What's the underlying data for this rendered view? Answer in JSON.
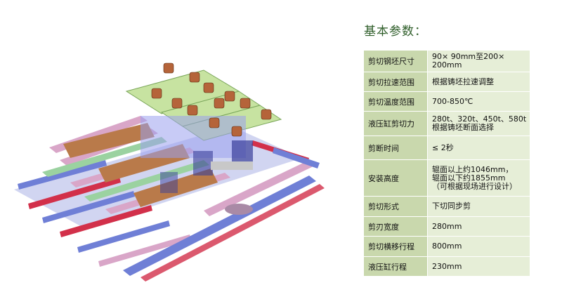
{
  "params": {
    "title": "基本参数：",
    "rows": [
      {
        "key": "剪切钢坯尺寸",
        "lines": [
          "90× 90mm至200× 200mm"
        ]
      },
      {
        "key": "剪切拉速范围",
        "lines": [
          "根据铸坯拉速调整"
        ]
      },
      {
        "key": "剪切温度范围",
        "lines": [
          "700-850℃"
        ]
      },
      {
        "key": "液压缸剪切力",
        "lines": [
          "280t、320t、450t、580t",
          "根据铸坯断面选择"
        ]
      },
      {
        "key": "剪断时间",
        "lines": [
          "≤ 2秒"
        ]
      },
      {
        "key": "安装高度",
        "lines": [
          "辊面以上约1046mm，",
          "辊面以下约1855mm",
          "（可根据现场进行设计）"
        ]
      },
      {
        "key": "剪切形式",
        "lines": [
          "下切同步剪"
        ]
      },
      {
        "key": "剪刃宽度",
        "lines": [
          "280mm"
        ]
      },
      {
        "key": "剪切横移行程",
        "lines": [
          "800mm"
        ]
      },
      {
        "key": "液压缸行程",
        "lines": [
          "230mm"
        ]
      }
    ]
  },
  "colors": {
    "key_cell": "#c9d8ad",
    "value_cell": "#e6eed7",
    "title": "#2f5e2a",
    "machine_frame": "#c7e3a1",
    "cylinder": "#b5643a",
    "rail_red": "#d2304a",
    "rail_blue": "#6f7fd6",
    "rail_pink": "#d9a6c8"
  }
}
